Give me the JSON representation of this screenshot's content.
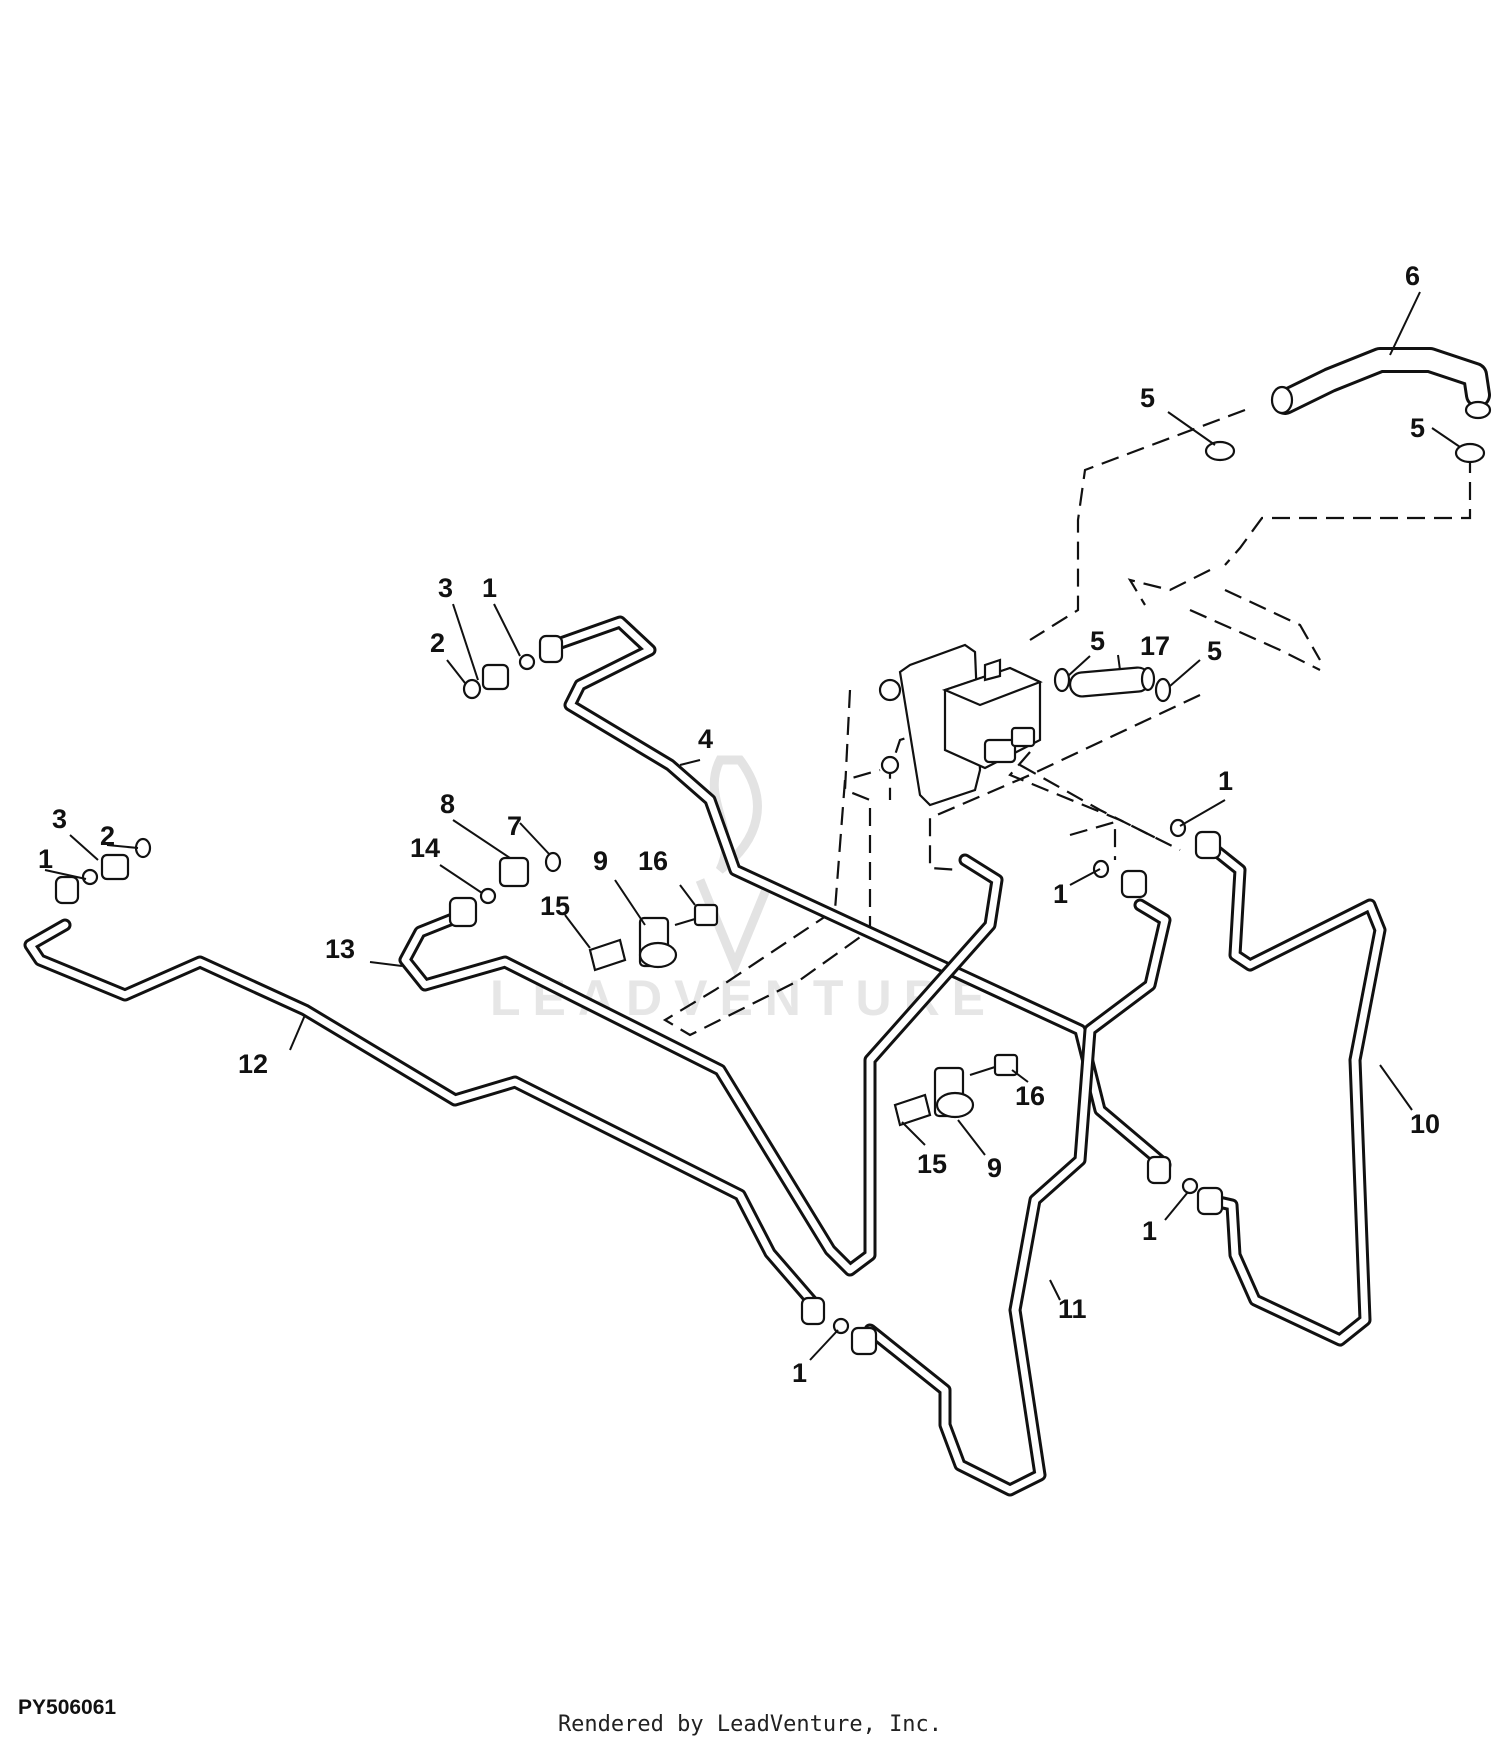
{
  "figure_id": "PY506061",
  "footer": "Rendered by LeadVenture, Inc.",
  "watermark": "LEADVENTURE",
  "callouts": [
    {
      "id": "c6",
      "text": "6"
    },
    {
      "id": "c5a",
      "text": "5"
    },
    {
      "id": "c5b",
      "text": "5"
    },
    {
      "id": "c5c",
      "text": "5"
    },
    {
      "id": "c17",
      "text": "17"
    },
    {
      "id": "c5d",
      "text": "5"
    },
    {
      "id": "c3a",
      "text": "3"
    },
    {
      "id": "c1a",
      "text": "1"
    },
    {
      "id": "c2a",
      "text": "2"
    },
    {
      "id": "c4",
      "text": "4"
    },
    {
      "id": "c8",
      "text": "8"
    },
    {
      "id": "c7",
      "text": "7"
    },
    {
      "id": "c14",
      "text": "14"
    },
    {
      "id": "c3b",
      "text": "3"
    },
    {
      "id": "c2b",
      "text": "2"
    },
    {
      "id": "c1b",
      "text": "1"
    },
    {
      "id": "c16a",
      "text": "16"
    },
    {
      "id": "c9a",
      "text": "9"
    },
    {
      "id": "c15a",
      "text": "15"
    },
    {
      "id": "c13",
      "text": "13"
    },
    {
      "id": "c1c",
      "text": "1"
    },
    {
      "id": "c1d",
      "text": "1"
    },
    {
      "id": "c12",
      "text": "12"
    },
    {
      "id": "c10",
      "text": "10"
    },
    {
      "id": "c16b",
      "text": "16"
    },
    {
      "id": "c15b",
      "text": "15"
    },
    {
      "id": "c9b",
      "text": "9"
    },
    {
      "id": "c1e",
      "text": "1"
    },
    {
      "id": "c11",
      "text": "11"
    },
    {
      "id": "c1f",
      "text": "1"
    }
  ]
}
